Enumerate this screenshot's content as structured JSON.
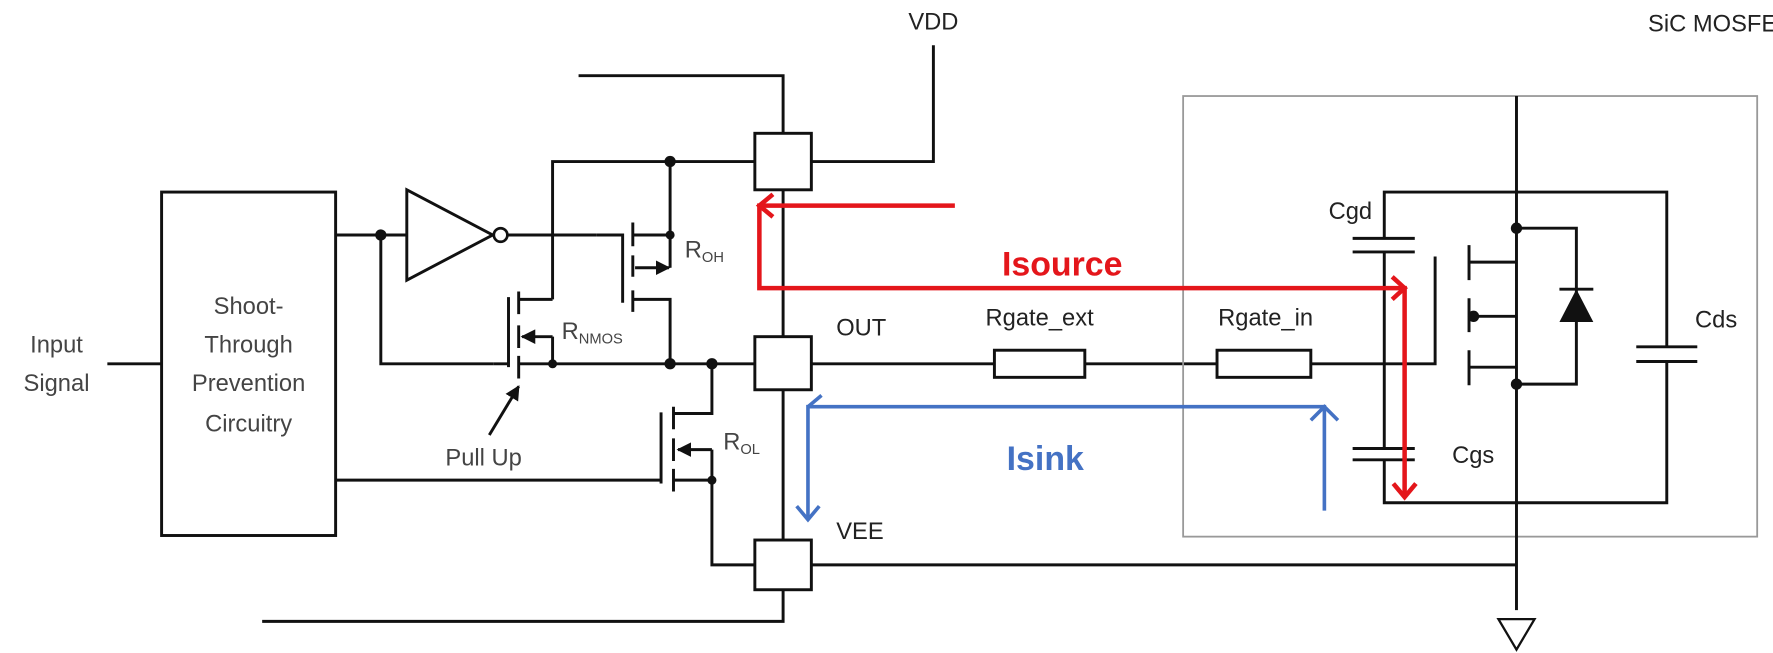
{
  "labels": {
    "input_signal": [
      "Input",
      "Signal"
    ],
    "shoot_through_block": [
      "Shoot-",
      "Through",
      "Prevention",
      "Circuitry"
    ],
    "vdd": "VDD",
    "out": "OUT",
    "vee": "VEE",
    "roh": {
      "main": "R",
      "sub": "OH"
    },
    "rnmos": {
      "main": "R",
      "sub": "NMOS"
    },
    "rol": {
      "main": "R",
      "sub": "OL"
    },
    "pull_up": "Pull Up",
    "rgate_ext": "Rgate_ext",
    "rgate_in": "Rgate_in",
    "sic_mosfet": "SiC MOSFET",
    "cgd": "Cgd",
    "cgs": "Cgs",
    "cds": "Cds",
    "isource": "Isource",
    "isink": "Isink"
  },
  "colors": {
    "isource": "#e4161b",
    "isink": "#4472c4",
    "wire": "#111111",
    "mosfet_box": "#999999"
  }
}
